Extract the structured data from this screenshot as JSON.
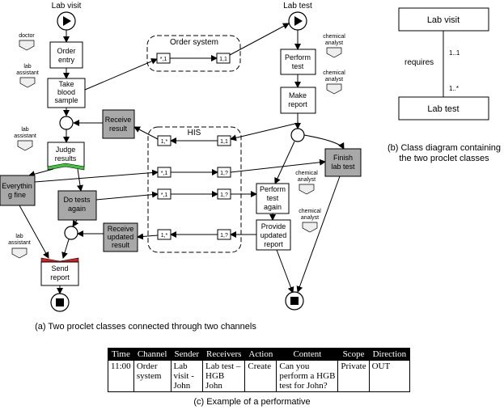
{
  "labels": {
    "lab_visit": "Lab visit",
    "lab_test": "Lab test",
    "order_system": "Order system",
    "his": "HIS",
    "caption_a": "(a) Two proclet classes connected through two channels",
    "caption_b_1": "(b) Class diagram containing",
    "caption_b_2": "the two proclet classes",
    "caption_c": "(c) Example of a performative"
  },
  "tasks": {
    "order_entry": [
      "Order",
      "entry"
    ],
    "take_blood": [
      "Take",
      "blood",
      "sample"
    ],
    "receive_result": [
      "Receive",
      "result"
    ],
    "judge_results": [
      "Judge",
      "results"
    ],
    "everything_fine": [
      "Everythin",
      "g fine"
    ],
    "do_tests_again": [
      "Do tests",
      "again"
    ],
    "receive_updated": [
      "Receive",
      "updated",
      "result"
    ],
    "send_report": [
      "Send",
      "report"
    ],
    "perform_test": [
      "Perform",
      "test"
    ],
    "make_report": [
      "Make",
      "report"
    ],
    "finish_lab_test": [
      "Finish",
      "lab test"
    ],
    "perform_test_again": [
      "Perform",
      "test",
      "again"
    ],
    "provide_updated": [
      "Provide",
      "updated",
      "report"
    ]
  },
  "roles": {
    "doctor": "doctor",
    "lab_assistant": [
      "lab",
      "assistant"
    ],
    "chemical_analyst": [
      "chemical",
      "analyst"
    ]
  },
  "ports": {
    "many_one": "*,1",
    "one_one": "1,1",
    "one_many": "1,*",
    "one_q": "1,?",
    "many_q": "*,1"
  },
  "class_diagram": {
    "class_top": "Lab visit",
    "class_bottom": "Lab test",
    "association": "requires",
    "mult_top": "1..1",
    "mult_bottom": "1..*"
  },
  "performative": {
    "headers": [
      "Time",
      "Channel",
      "Sender",
      "Receivers",
      "Action",
      "Content",
      "Scope",
      "Direction"
    ],
    "row": [
      [
        "11:00"
      ],
      [
        "Order",
        "system"
      ],
      [
        "Lab",
        "visit -",
        "John"
      ],
      [
        "Lab test –",
        "HGB",
        "John"
      ],
      [
        "Create"
      ],
      [
        "Can you",
        "perform a HGB",
        "test for John?"
      ],
      [
        "Private"
      ],
      [
        "OUT"
      ]
    ]
  }
}
